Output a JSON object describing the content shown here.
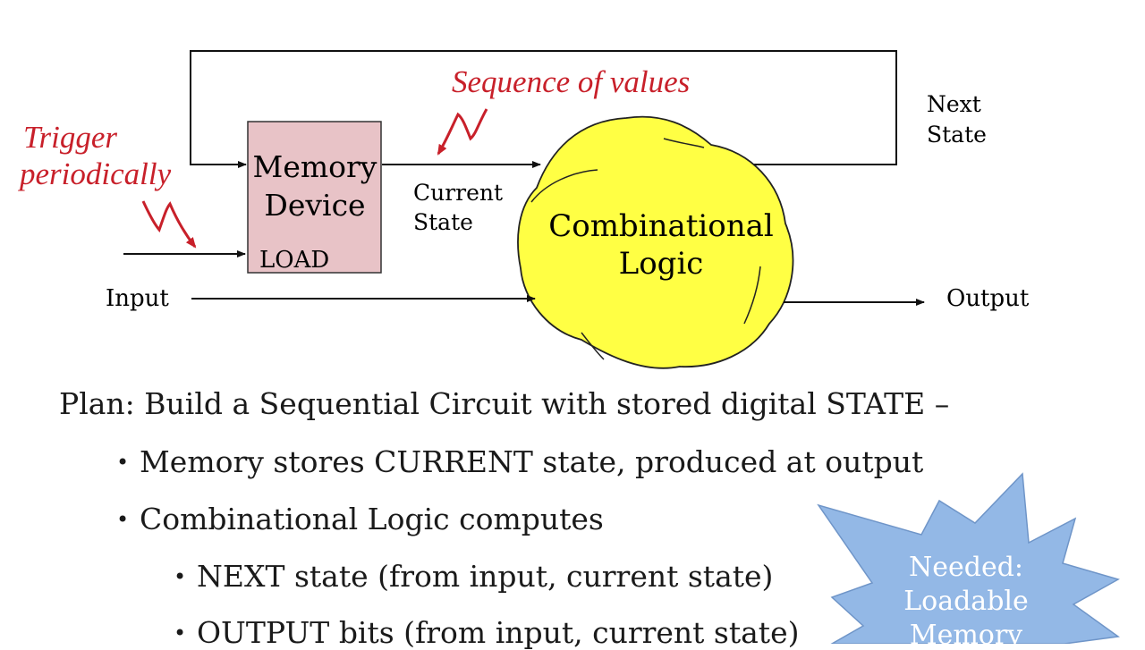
{
  "diagram": {
    "annotation_sequence": "Sequence of values",
    "annotation_trigger": [
      "Trigger",
      "periodically"
    ],
    "memory_device": [
      "Memory",
      "Device"
    ],
    "load_label": "LOAD",
    "current_state": [
      "Current",
      "State"
    ],
    "next_state": [
      "Next",
      "State"
    ],
    "combinational_logic": [
      "Combinational",
      "Logic"
    ],
    "input_label": "Input",
    "output_label": "Output",
    "callout": [
      "Needed:",
      "Loadable",
      "Memory"
    ]
  },
  "text": {
    "plan": "Plan: Build a Sequential Circuit with stored digital STATE –",
    "bullets": [
      "Memory stores CURRENT state, produced at output",
      "Combinational Logic computes",
      "NEXT state (from input, current state)",
      "OUTPUT bits (from input, current state)"
    ]
  },
  "colors": {
    "memory_fill": "#e8c3c7",
    "logic_fill": "#ffff44",
    "callout_fill": "#93b8e6",
    "annotation": "#c8202a"
  }
}
